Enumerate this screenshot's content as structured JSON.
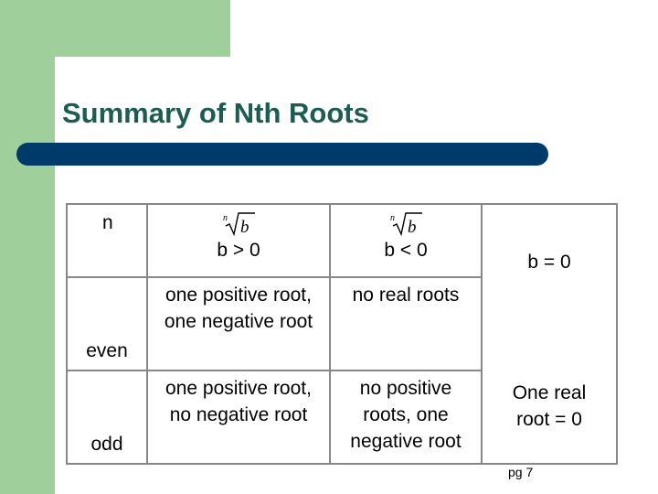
{
  "slide": {
    "title": "Summary of Nth Roots",
    "page": "pg 7"
  },
  "table": {
    "header": {
      "n_label": "n",
      "radical_index": "n",
      "radical_radicand": "b",
      "col_pos": "b > 0",
      "col_neg": "b < 0",
      "col_zero": "b = 0"
    },
    "rows": [
      {
        "label": "even",
        "pos": [
          "one positive root,",
          "one negative root"
        ],
        "neg": [
          "no real roots"
        ]
      },
      {
        "label": "odd",
        "pos": [
          "one positive root,",
          "no negative root"
        ],
        "neg": [
          "no positive",
          "roots, one",
          "negative root"
        ]
      }
    ],
    "zero_value": [
      "One real",
      "root = 0"
    ]
  },
  "colors": {
    "green_panel": "#9fcf9b",
    "title_bar": "#003a6b",
    "title_text": "#1c5c52",
    "grid": "#888888"
  }
}
